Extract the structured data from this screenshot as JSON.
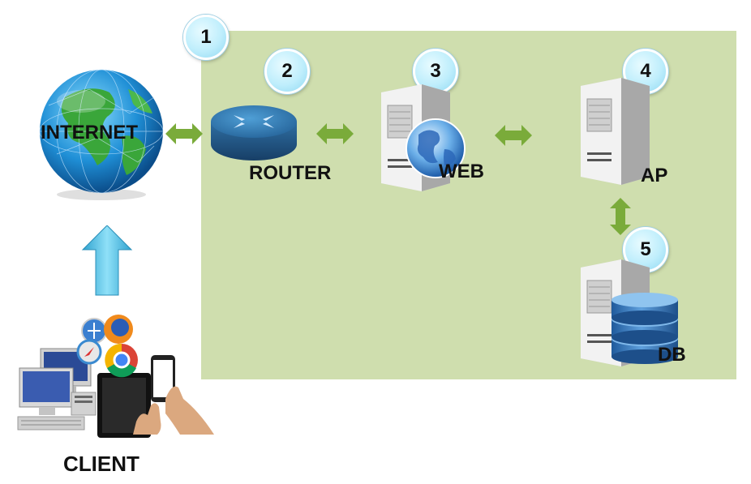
{
  "zone": {
    "badge": "1"
  },
  "nodes": {
    "internet": {
      "label": "INTERNET"
    },
    "router": {
      "label": "ROUTER",
      "badge": "2"
    },
    "web": {
      "label": "WEB",
      "badge": "3"
    },
    "ap": {
      "label": "AP",
      "badge": "4"
    },
    "db": {
      "label": "DB",
      "badge": "5"
    },
    "client": {
      "label": "CLIENT"
    }
  },
  "colors": {
    "zone_background": "#cfdeae",
    "connector_arrow": "#7aab3a",
    "client_arrow": "#3cb3d6",
    "badge_fill": "#bfeefc"
  },
  "icons": [
    "globe-icon",
    "router-icon",
    "server-icon",
    "database-icon",
    "desktop-icon",
    "tablet-icon",
    "smartphone-icon",
    "browser-icon",
    "hand-icon"
  ]
}
